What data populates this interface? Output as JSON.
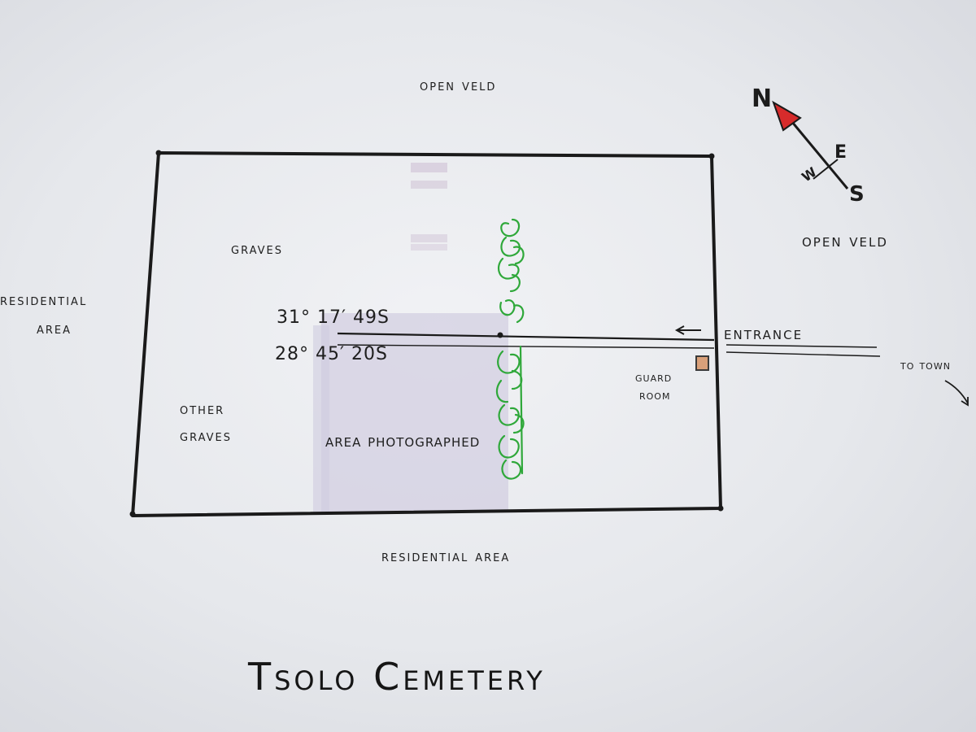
{
  "title": "Tsolo Cemetery",
  "labels": {
    "open_veld_top": "Open veld",
    "open_veld_right": "Open veld",
    "residential_left_line1": "Residential",
    "residential_left_line2": "Area",
    "residential_bottom": "Residential Area",
    "graves": "Graves",
    "other_graves_line1": "Other",
    "other_graves_line2": "Graves",
    "area_photographed": "Area Photographed",
    "entrance": "Entrance",
    "guard_room_line1": "Guard",
    "guard_room_line2": "Room",
    "to_town": "To town"
  },
  "coordinates": {
    "latitude": "31° 17′ 49S",
    "longitude": "28° 45′ 20S"
  },
  "compass": {
    "n": "N",
    "e": "E",
    "s": "S",
    "w": "W"
  },
  "colors": {
    "ink": "#1e1e1e",
    "tree_green": "#2fa83a",
    "compass_red": "#d62b2b",
    "guard_room": "#d9a07a",
    "photo_area": "#d3cfe2"
  },
  "icons": {
    "compass": "compass-rose-icon",
    "tree_row": "tree-row-icon",
    "guard_room": "square-icon",
    "arrow": "arrow-left-icon"
  }
}
